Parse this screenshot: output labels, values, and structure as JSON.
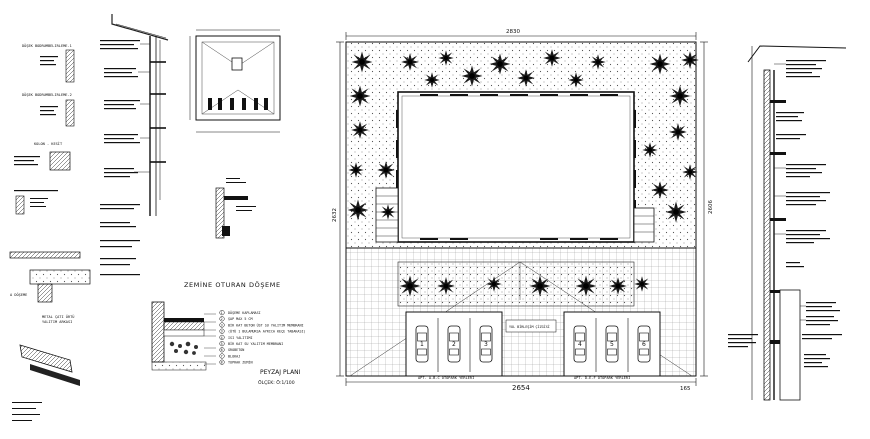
{
  "drawing": {
    "left_wall_labels": [
      "DÖŞEK BODRUMBELIRLEME-1",
      "DÖŞEK BODRUMBELIRLEME-2",
      "KOLON - KESİT"
    ],
    "slab_section": {
      "title": "ZEMİNE OTURAN DÖŞEME",
      "legend": [
        {
          "num": "1",
          "text": "DÖŞEME KAPLAMASI"
        },
        {
          "num": "2",
          "text": "ŞAP MAX 5 CM"
        },
        {
          "num": "3",
          "text": "BİR KAT BETON ÜST SU YALITIM MEMBRANI"
        },
        {
          "num": "3b",
          "text": "(ÖTÜ 1 BULAMURSA AYRICA KEÇE TABAKASI)"
        },
        {
          "num": "4",
          "text": "ISI YALITIMI"
        },
        {
          "num": "5",
          "text": "BİR KAT SU YALITIM MEMBRANI"
        },
        {
          "num": "6",
          "text": "GROBETON"
        },
        {
          "num": "7",
          "text": "BLOKAJ"
        },
        {
          "num": "8",
          "text": "TOPRAK ZEMİN"
        }
      ]
    },
    "site_plan": {
      "title": "PEYZAJ PLANI",
      "scale": "ÖLÇEK: Ö:1/100",
      "dim_top": "2830",
      "dim_bottom": "2654",
      "dim_left": "2632",
      "dim_right": "2606",
      "dim_small": "165",
      "parking_spaces": [
        "1",
        "2",
        "3",
        "4",
        "5",
        "6"
      ],
      "parking_left_label": "APT. A-B-C OTOPARK YERLERİ",
      "parking_right_label": "APT. D-E-F OTOPARK YERLERİ",
      "center_label": "YOL BİRLEŞİM ÇİZGİSİ"
    },
    "detail_small_labels": [
      "METAL ÇATI ÖRTÜ",
      "YALITIM ARKASI",
      "A DÖŞEME"
    ]
  }
}
